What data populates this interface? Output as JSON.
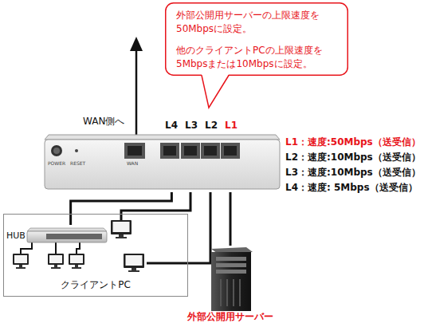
{
  "diagram": {
    "nodes": [
      {
        "text": [
          "外部公開用サーバーの上限速度を 50Mbpsに設定。",
          "他のクライアントPCの上限速度を 5Mbpsまたは10Mbpsに設定。"
        ]
      },
      {
        "text": [
          "POWER",
          "RESET",
          "WAN"
        ]
      },
      {
        "text": [
          "クライアントPC"
        ]
      },
      {
        "text": [
          "HUB"
        ],
        "in": 2
      },
      {
        "text": [
          "外部公開用サーバー"
        ]
      }
    ],
    "edges": [
      {
        "from": 1,
        "to": 3,
        "arrow": "none"
      },
      {
        "from": 1,
        "to": 4,
        "arrow": "none"
      }
    ],
    "labels": [
      "WAN側へ",
      "L4",
      "L3",
      "L2",
      "L1",
      "L1：速度:50Mbps（送受信）",
      "L2：速度:10Mbps（送受信）",
      "L3：速度:10Mbps（送受信）",
      "L4：速度: 5Mbps（送受信）"
    ]
  }
}
